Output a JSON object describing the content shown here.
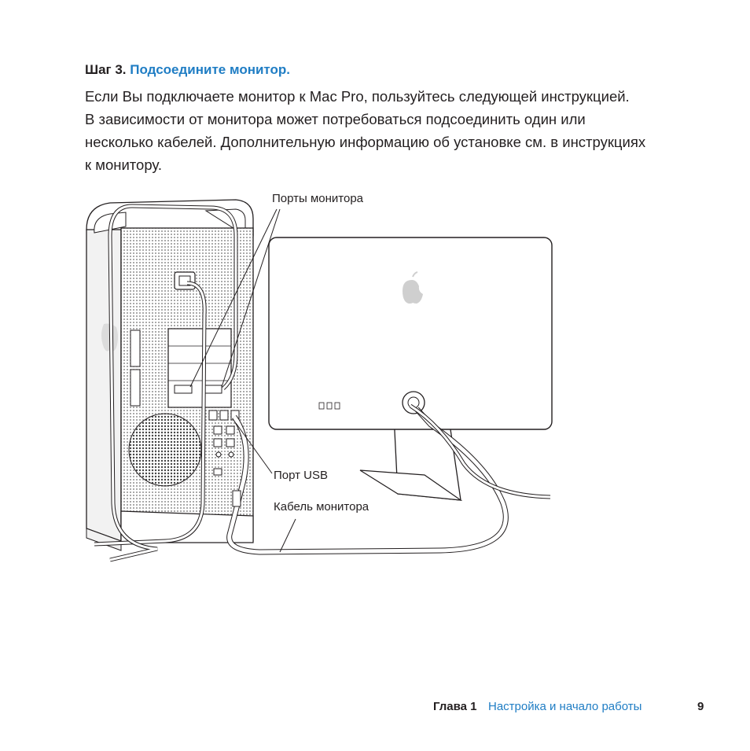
{
  "step": {
    "label": "Шаг 3.",
    "title": "Подсоедините монитор."
  },
  "paragraph": [
    "Если Вы подключаете монитор к Mac Pro, пользуйтесь следующей инструкцией.",
    "В зависимости от монитора может потребоваться подсоединить один или",
    "несколько кабелей. Дополнительную информацию об установке см. в инструкциях",
    "к монитору."
  ],
  "callouts": {
    "display_ports": "Порты монитора",
    "usb_port": "Порт USB",
    "display_cable": "Кабель монитора"
  },
  "footer": {
    "chapter": "Глава 1",
    "title": "Настройка и начало работы",
    "page": "9"
  },
  "colors": {
    "accent": "#1f7dc4",
    "text": "#231f20"
  }
}
